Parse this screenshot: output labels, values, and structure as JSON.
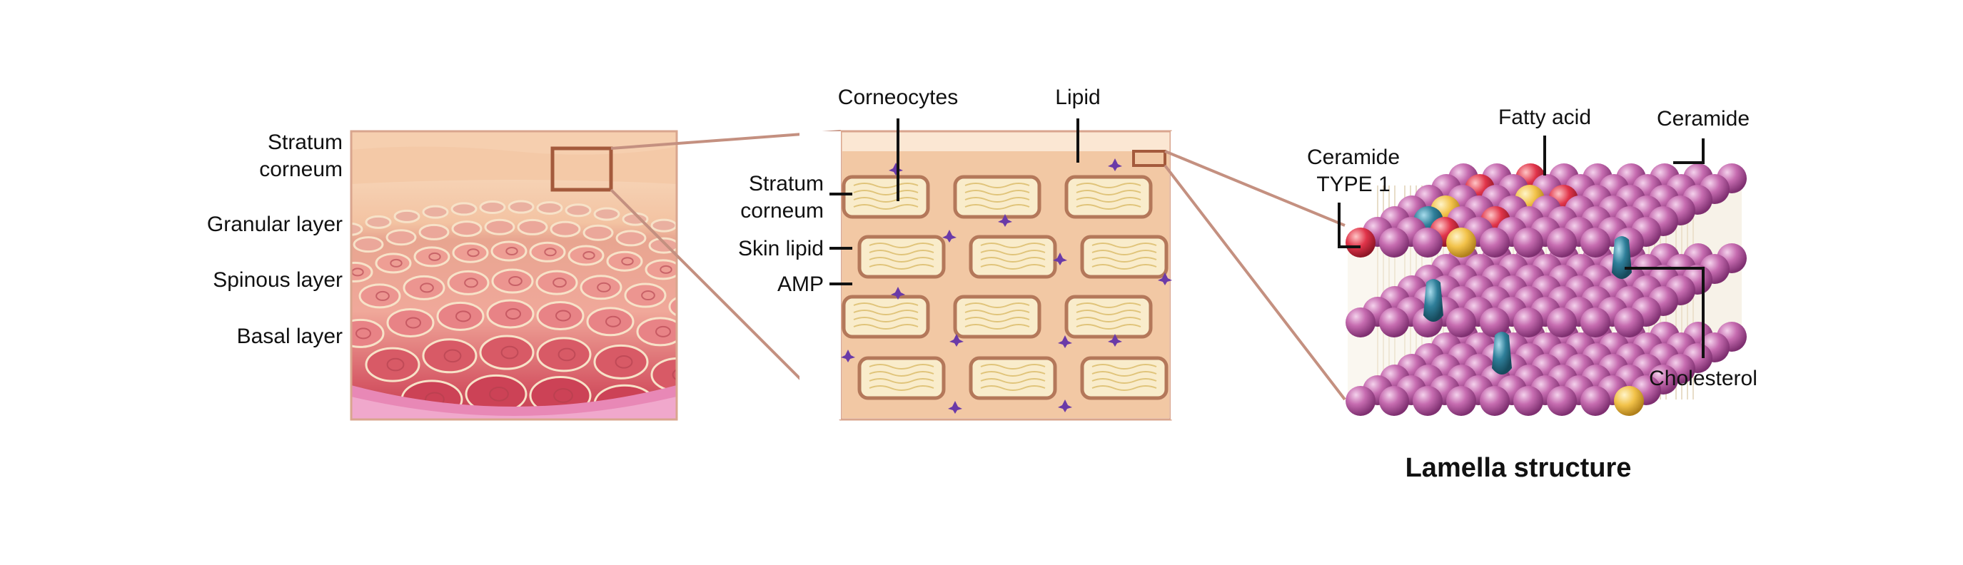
{
  "skin_cross_section": {
    "layers": [
      "Stratum",
      "corneum",
      "Granular layer",
      "Spinous layer",
      "Basal  layer"
    ]
  },
  "stratum_corneum_detail": {
    "labels": {
      "corneocytes": "Corneocytes",
      "lipid": "Lipid",
      "stratum_line1": "Stratum",
      "stratum_line2": "corneum",
      "skin_lipid": "Skin lipid",
      "amp": "AMP"
    }
  },
  "lamella": {
    "labels": {
      "fatty_acid": "Fatty acid",
      "ceramide": "Ceramide",
      "ceramide_type1_line1": "Ceramide",
      "ceramide_type1_line2": "TYPE 1",
      "cholesterol": "Cholesterol"
    },
    "title": "Lamella structure"
  },
  "colors": {
    "skin_top": "#f6c9a6",
    "skin_cell": "#f0a49a",
    "basal": "#d04a58",
    "zoom_bg": "#f2c8a4",
    "cell_fill": "#f9eccb",
    "cell_border": "#b4785a",
    "amp": "#6a3aa8",
    "sphere": "#b8559f",
    "ceramide_red": "#e0344a",
    "fatty_yellow": "#f2c24a",
    "cholesterol_teal": "#2f7f9a",
    "zoom_line": "#c49080"
  }
}
